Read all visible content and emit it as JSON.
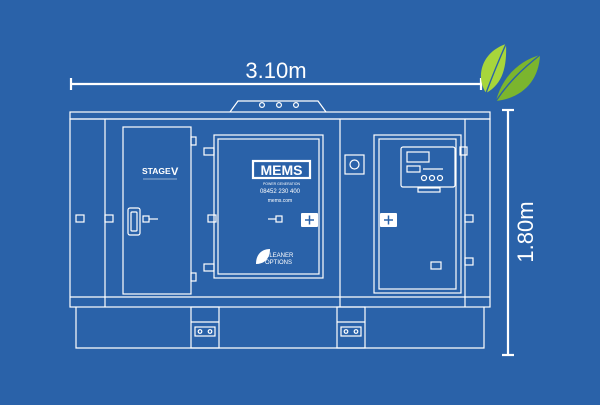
{
  "colors": {
    "background": "#2a62a9",
    "line": "#ffffff",
    "leaf_light": "#a7d63b",
    "leaf_dark": "#7bb52e"
  },
  "dimensions": {
    "width": "3.10m",
    "height": "1.80m"
  },
  "panel": {
    "stage_label": "STAGE",
    "stage_sub": "V",
    "brand": "MEMS",
    "brand_sub": "POWER GENERATION",
    "phone": "08452 230 400",
    "website": "mems.com",
    "eco_line1": "CLEANER",
    "eco_line2": "OPTIONS"
  },
  "icons": {
    "eco": "leaf-icon",
    "eco_small": "small-leaf-icon"
  }
}
